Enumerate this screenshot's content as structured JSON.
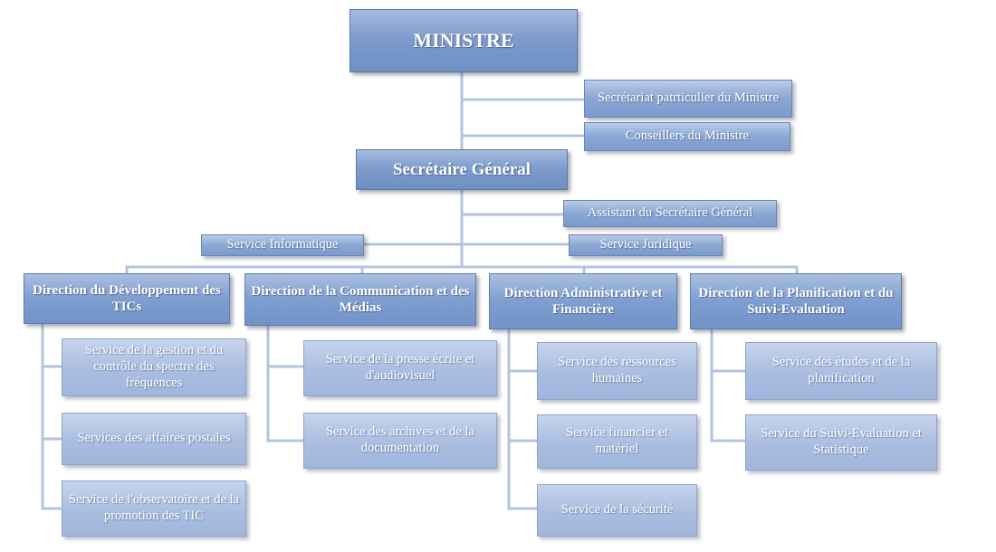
{
  "diagram": {
    "type": "org-chart",
    "line_color": "#b3c3e0",
    "nodes": [
      {
        "id": "ministre",
        "label": "MINISTRE",
        "level": "root"
      },
      {
        "id": "sec-part",
        "label": "Secrétariat patrticulier  du Ministre",
        "level": "staff",
        "parent": "ministre"
      },
      {
        "id": "conseillers",
        "label": "Conseillers  du Ministre",
        "level": "staff",
        "parent": "ministre"
      },
      {
        "id": "sg",
        "label": "Secrétaire Général",
        "level": "top",
        "parent": "ministre"
      },
      {
        "id": "assistant-sg",
        "label": "Assistant du Secrétaire Général",
        "level": "staff",
        "parent": "sg"
      },
      {
        "id": "svc-info",
        "label": "Service  Informatique",
        "level": "staff",
        "parent": "sg"
      },
      {
        "id": "svc-jur",
        "label": "Service  Juridique",
        "level": "staff",
        "parent": "sg"
      },
      {
        "id": "dir-dev",
        "label": "Direction du Développement des TICs",
        "level": "direction",
        "parent": "sg"
      },
      {
        "id": "dir-com",
        "label": "Direction de la Communication et des Médias",
        "level": "direction",
        "parent": "sg"
      },
      {
        "id": "dir-admin",
        "label": "Direction Administrative et Financière",
        "level": "direction",
        "parent": "sg"
      },
      {
        "id": "dir-plan",
        "label": "Direction de la Planification et du Suivi-Evaluation",
        "level": "direction",
        "parent": "sg"
      },
      {
        "id": "s-spectre",
        "label": "Service de la gestion  et du contrôle  du spectre des fréquences",
        "level": "service",
        "parent": "dir-dev"
      },
      {
        "id": "s-postales",
        "label": "Services des affaires postales",
        "level": "service",
        "parent": "dir-dev"
      },
      {
        "id": "s-observ",
        "label": "Service de l'observatoire  et de la promotion  des TIC",
        "level": "service",
        "parent": "dir-dev"
      },
      {
        "id": "s-presse",
        "label": "Service de la presse écrite et d'audiovisuel",
        "level": "service",
        "parent": "dir-com"
      },
      {
        "id": "s-archives",
        "label": "Service des archives et de la documentation",
        "level": "service",
        "parent": "dir-com"
      },
      {
        "id": "s-rh",
        "label": "Service des ressources humaines",
        "level": "service",
        "parent": "dir-admin"
      },
      {
        "id": "s-fin",
        "label": "Service  financier  et matériel",
        "level": "service",
        "parent": "dir-admin"
      },
      {
        "id": "s-secu",
        "label": "Service de la sécurité",
        "level": "service",
        "parent": "dir-admin"
      },
      {
        "id": "s-etudes",
        "label": "Service des études et de la planification",
        "level": "service",
        "parent": "dir-plan"
      },
      {
        "id": "s-suivi",
        "label": "Service du Suivi-Evaluation et Statistique",
        "level": "service",
        "parent": "dir-plan"
      }
    ]
  }
}
